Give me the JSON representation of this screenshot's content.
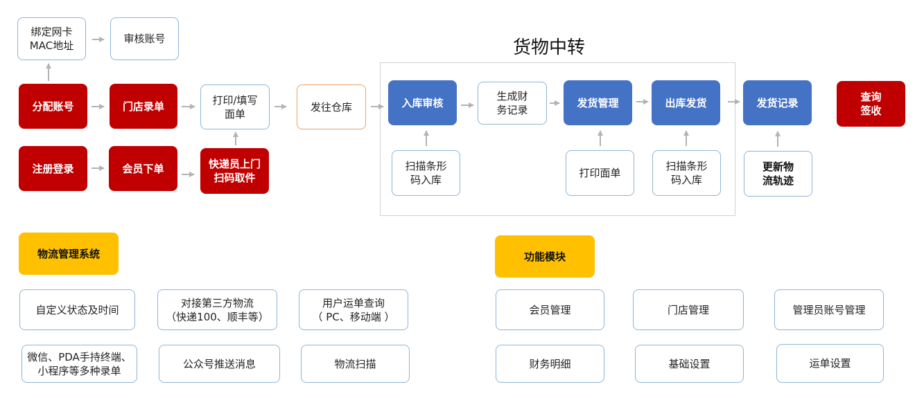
{
  "title": "货物中转",
  "nodes": {
    "bind_mac": "绑定网卡\nMAC地址",
    "review_account": "审核账号",
    "assign_account": "分配账号",
    "store_entry": "门店录单",
    "print_fill": "打印/填写\n面单",
    "send_warehouse": "发往仓库",
    "inbound_review": "入库审核",
    "finance_record": "生成财\n务记录",
    "ship_manage": "发货管理",
    "outbound_ship": "出库发货",
    "ship_record": "发货记录",
    "query_sign": "查询\n签收",
    "register_login": "注册登录",
    "member_order": "会员下单",
    "courier_pickup": "快递员上门\n扫码取件",
    "scan_inbound_1": "扫描条形\n码入库",
    "print_sheet": "打印面单",
    "scan_inbound_2": "扫描条形\n码入库",
    "update_track": "更新物\n流轨迹"
  },
  "logistics": {
    "label": "物流管理系统",
    "items": [
      "自定义状态及时间",
      "对接第三方物流\n（快递100、顺丰等）",
      "用户运单查询\n（ PC、移动端 ）",
      "微信、PDA手持终端、\n小程序等多种录单",
      "公众号推送消息",
      "物流扫描"
    ]
  },
  "modules": {
    "label": "功能模块",
    "items": [
      "会员管理",
      "门店管理",
      "管理员账号管理",
      "财务明细",
      "基础设置",
      "运单设置"
    ]
  },
  "colors": {
    "red": "#c00000",
    "blue": "#4472c4",
    "yellow": "#ffc000",
    "border": "#8db4d6",
    "arrow": "#b3b3b3"
  }
}
